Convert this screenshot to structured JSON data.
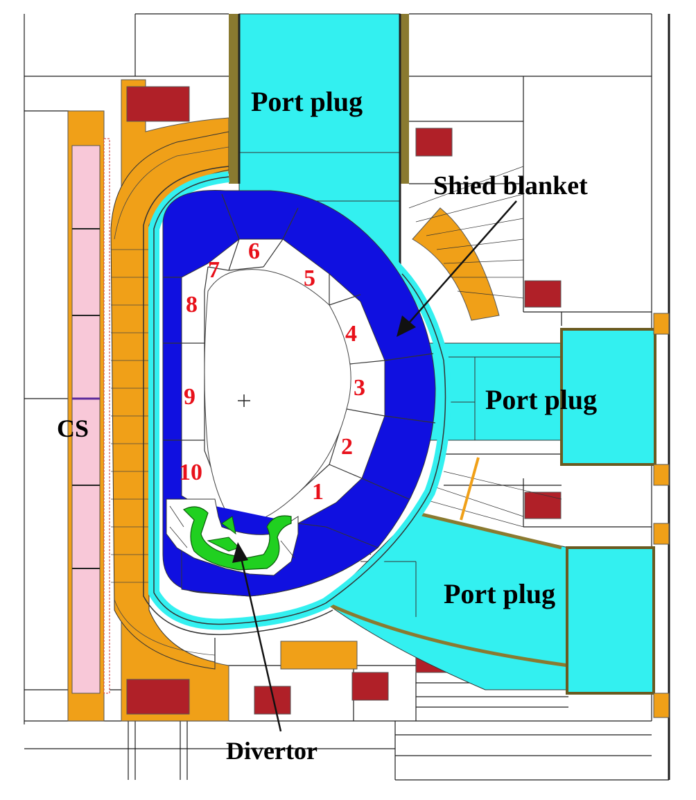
{
  "labels": {
    "port_plug_top": "Port plug",
    "port_plug_mid": "Port plug",
    "port_plug_bot": "Port plug",
    "shield_blanket": "Shied blanket",
    "cs": "CS",
    "divertor": "Divertor"
  },
  "blanket_modules": [
    "1",
    "2",
    "3",
    "4",
    "5",
    "6",
    "7",
    "8",
    "9",
    "10"
  ],
  "colors": {
    "port_plug": "#33f0f0",
    "blanket": "#1010e0",
    "coil": "#f0a018",
    "coil_conductor": "#b02028",
    "cs_coil": "#f8c8d8",
    "divertor": "#20d020",
    "module_number": "#e8101a"
  }
}
